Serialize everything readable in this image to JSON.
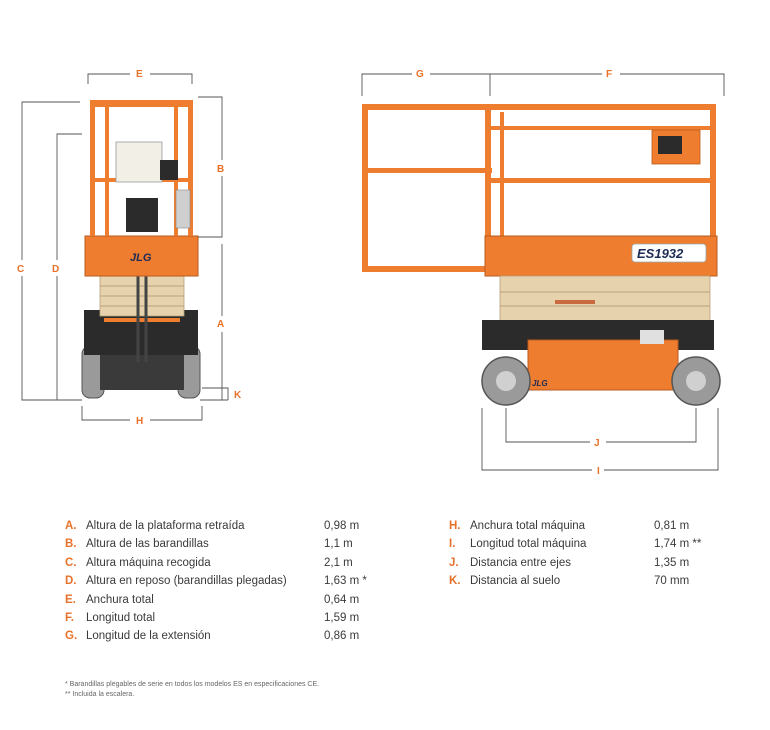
{
  "dimension_labels": {
    "a": "A",
    "b": "B",
    "c": "C",
    "d": "D",
    "e": "E",
    "f": "F",
    "g": "G",
    "h": "H",
    "i": "I",
    "j": "J",
    "k": "K"
  },
  "brand": {
    "logo": "JLG",
    "model_badge": "ES1932"
  },
  "specs_left": [
    {
      "key": "A.",
      "label": "Altura de la plataforma retraída",
      "value": "0,98 m"
    },
    {
      "key": "B.",
      "label": "Altura de las barandillas",
      "value": "1,1 m"
    },
    {
      "key": "C.",
      "label": "Altura máquina recogida",
      "value": "2,1 m"
    },
    {
      "key": "D.",
      "label": "Altura en reposo (barandillas plegadas)",
      "value": "1,63 m *"
    },
    {
      "key": "E.",
      "label": "Anchura total",
      "value": "0,64 m"
    },
    {
      "key": "F.",
      "label": "Longitud total",
      "value": "1,59 m"
    },
    {
      "key": "G.",
      "label": "Longitud de la extensión",
      "value": "0,86 m"
    }
  ],
  "specs_right": [
    {
      "key": "H.",
      "label": "Anchura total máquina",
      "value": "0,81 m"
    },
    {
      "key": "I.",
      "label": "Longitud total máquina",
      "value": "1,74 m **"
    },
    {
      "key": "J.",
      "label": "Distancia entre ejes",
      "value": "1,35 m"
    },
    {
      "key": "K.",
      "label": "Distancia al suelo",
      "value": "70 mm"
    }
  ],
  "footnotes": {
    "note1": "* Barandillas plegables de serie en todos los modelos ES en especificaciones CE.",
    "note2": "** Incluida la escalera."
  },
  "colors": {
    "accent": "#e8712a",
    "machine_orange": "#ee7d2f",
    "beige": "#e6d3ad",
    "dark": "#2b2b2b"
  }
}
